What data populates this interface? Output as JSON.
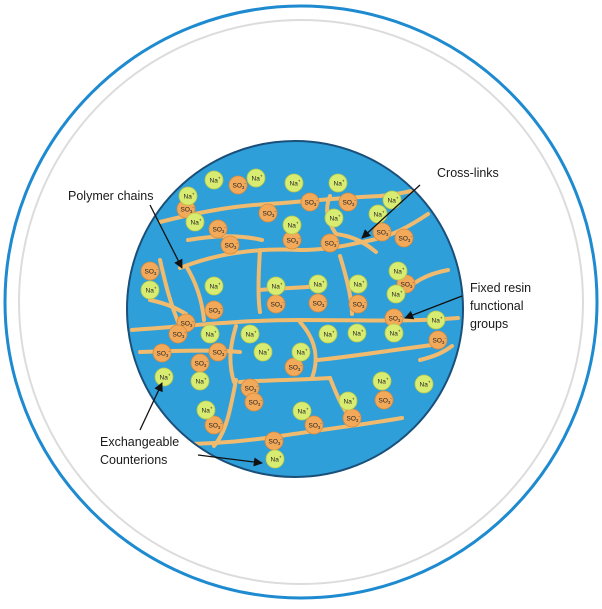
{
  "diagram": {
    "colors": {
      "outer_ring": "#1e8ad0",
      "inner_ring": "#dcdcdc",
      "bead_fill": "#2f9fd9",
      "bead_stroke": "#1a4f7a",
      "chain": "#f0bb6e",
      "sodium_fill": "#d9ec72",
      "sulfonate_fill": "#f3a95a",
      "arrow": "#111111"
    },
    "ions": {
      "sodium": "Na",
      "sodium_charge": "+",
      "sulfonate": "SO",
      "sulfonate_subscript": "3",
      "sulfonate_charge": "-"
    },
    "labels": {
      "polymer_chains": "Polymer chains",
      "cross_links": "Cross-links",
      "fixed_groups": [
        "Fixed resin",
        "functional",
        "groups"
      ],
      "counterions": [
        "Exchangeable",
        "Counterions"
      ]
    }
  }
}
